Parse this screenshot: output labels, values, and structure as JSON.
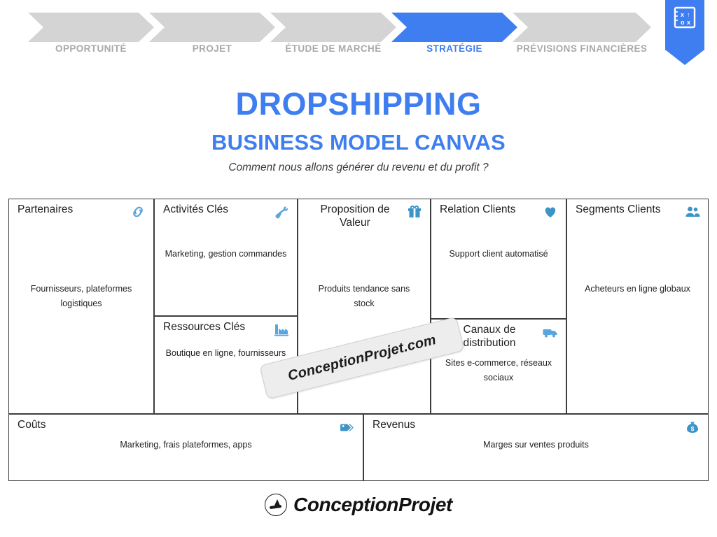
{
  "stepper": {
    "steps": [
      {
        "label": "OPPORTUNITÉ",
        "active": false
      },
      {
        "label": "PROJET",
        "active": false
      },
      {
        "label": "ÉTUDE DE MARCHÉ",
        "active": false
      },
      {
        "label": "STRATÉGIE",
        "active": true
      },
      {
        "label": "PRÉVISIONS FINANCIÈRES",
        "active": false
      }
    ],
    "badge_icon": "strategy-playbook-icon",
    "active_color": "#3f7ef0",
    "inactive_color": "#d4d4d4",
    "inactive_text_color": "#a9a9a9"
  },
  "header": {
    "title": "DROPSHIPPING",
    "subtitle": "BUSINESS MODEL CANVAS",
    "tagline": "Comment nous allons générer du revenu et du profit ?",
    "title_color": "#3f7ef0"
  },
  "canvas": {
    "icon_color": "#4a9ed2",
    "blocks": {
      "partners": {
        "title": "Partenaires",
        "icon": "chain-link-icon",
        "content": "Fournisseurs, plateformes logistiques"
      },
      "key_activities": {
        "title": "Activités Clés",
        "icon": "shovel-icon",
        "content": "Marketing, gestion commandes"
      },
      "key_resources": {
        "title": "Ressources Clés",
        "icon": "factory-icon",
        "content": "Boutique en ligne, fournisseurs"
      },
      "value_proposition": {
        "title": "Proposition de Valeur",
        "icon": "gift-icon",
        "content": "Produits tendance sans stock"
      },
      "customer_relationships": {
        "title": "Relation Clients",
        "icon": "heart-icon",
        "content": "Support client automatisé"
      },
      "channels": {
        "title": "Canaux de distribution",
        "icon": "truck-icon",
        "content": "Sites e-commerce, réseaux sociaux"
      },
      "customer_segments": {
        "title": "Segments Clients",
        "icon": "people-icon",
        "content": "Acheteurs en ligne globaux"
      },
      "costs": {
        "title": "Coûts",
        "icon": "price-tag-icon",
        "content": "Marketing, frais plateformes, apps"
      },
      "revenues": {
        "title": "Revenus",
        "icon": "money-bag-icon",
        "content": "Marges sur ventes produits"
      }
    }
  },
  "watermark": {
    "text": "ConceptionProjet.com"
  },
  "footer": {
    "brand": "ConceptionProjet",
    "logo_icon": "conception-projet-logo-icon"
  }
}
